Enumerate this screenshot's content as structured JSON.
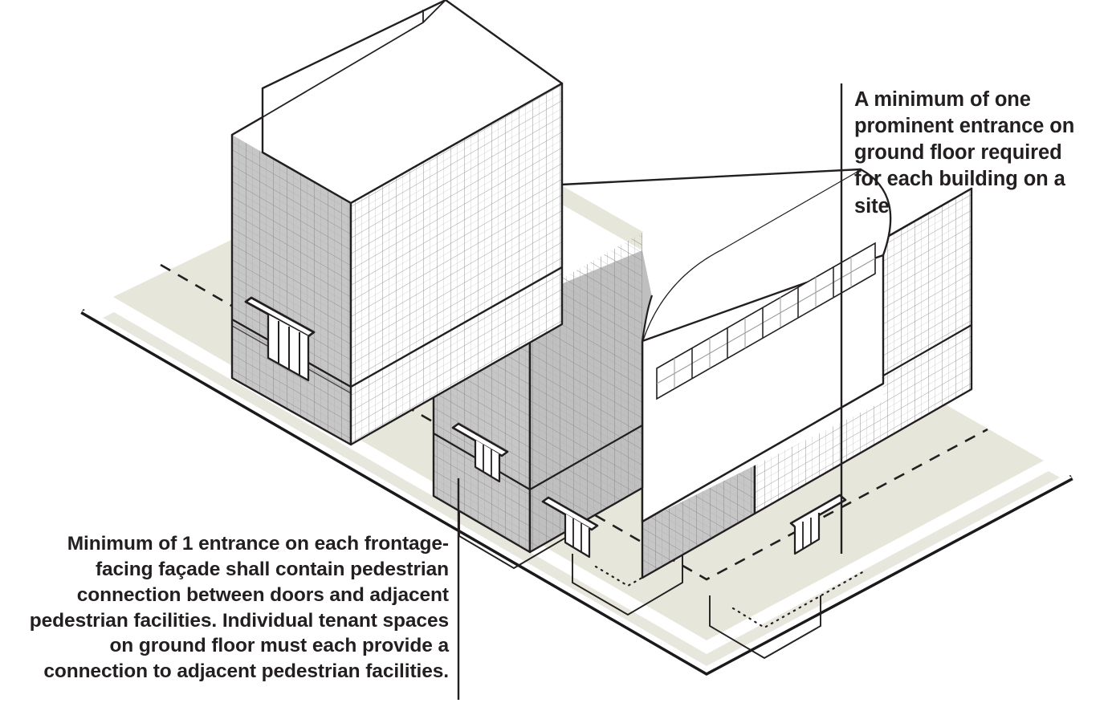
{
  "diagram": {
    "type": "isometric-architectural-axonometric",
    "subject": "Building entrance and pedestrian connection standards",
    "background_color": "#ffffff",
    "ink_color": "#231f20"
  },
  "callouts": [
    {
      "id": "entrance-requirement",
      "text": "A minimum of one prominent entrance on ground floor required for each building on a site",
      "align": "left",
      "leader": "vertical-line-down-to-right-building-entrance"
    },
    {
      "id": "pedestrian-connection-requirement",
      "text": "Minimum of 1 entrance on each frontage-facing façade shall contain pedestrian connection between doors and adjacent pedestrian facilities. Individual tenant spaces on ground floor must each provide a connection to adjacent pedestrian facilities.",
      "align": "right",
      "leader": "vertical-line-up-to-middle-building-entrance-walkway"
    }
  ],
  "palette": {
    "ink": "#231f20",
    "outline": "#231f20",
    "wall_shaded": "#c6c6c6",
    "wall_shaded_dark": "#b9b9b9",
    "wall_light": "#ffffff",
    "roof": "#ffffff",
    "mullion_on_gray": "#8d8d8d",
    "mullion_on_white": "#9a9a9a",
    "ground_lot": "#e6e6db",
    "curb_band": "#e4e4d9",
    "sidewalk": "#ffffff",
    "street_edge": "#1a1a1a",
    "canopy_fill": "#ffffff"
  },
  "site": {
    "name": "development-parcel",
    "lot_fill": "#e6e6db",
    "setback_line_style": "dashed",
    "street_frontage_edge_color": "#1a1a1a",
    "sidewalk_label": "adjacent pedestrian facility"
  },
  "buildings": [
    {
      "id": "building-left-tall",
      "name": "Tall L-shaped tower",
      "roof_type": "flat",
      "stories_shown": "multi-story with expressed ground floor",
      "facade_left": "shaded",
      "facade_right": "light",
      "entrances": 1,
      "entrance_features": [
        "canopy",
        "door-bay-mullions"
      ]
    },
    {
      "id": "building-middle-vault",
      "name": "Center block with barrel-vault roof",
      "roof_type": "barrel-vault",
      "clerestory_windows": true,
      "facade_left": "shaded",
      "facade_right": "light",
      "entrances": 2,
      "entrance_features": [
        "canopy",
        "door-bay-mullions",
        "pedestrian-walkway"
      ]
    },
    {
      "id": "building-right-low",
      "name": "Right low block",
      "roof_type": "flat",
      "facade_left": "shaded",
      "facade_right": "light",
      "entrances": 1,
      "entrance_features": [
        "canopy",
        "door-bay-mullions",
        "pedestrian-walkway"
      ]
    }
  ],
  "annotations": {
    "pedestrian_paths": "dotted lines connecting each ground-floor entrance to the sidewalk",
    "setback_lines": "dashed lines offset inside the lot boundary"
  }
}
